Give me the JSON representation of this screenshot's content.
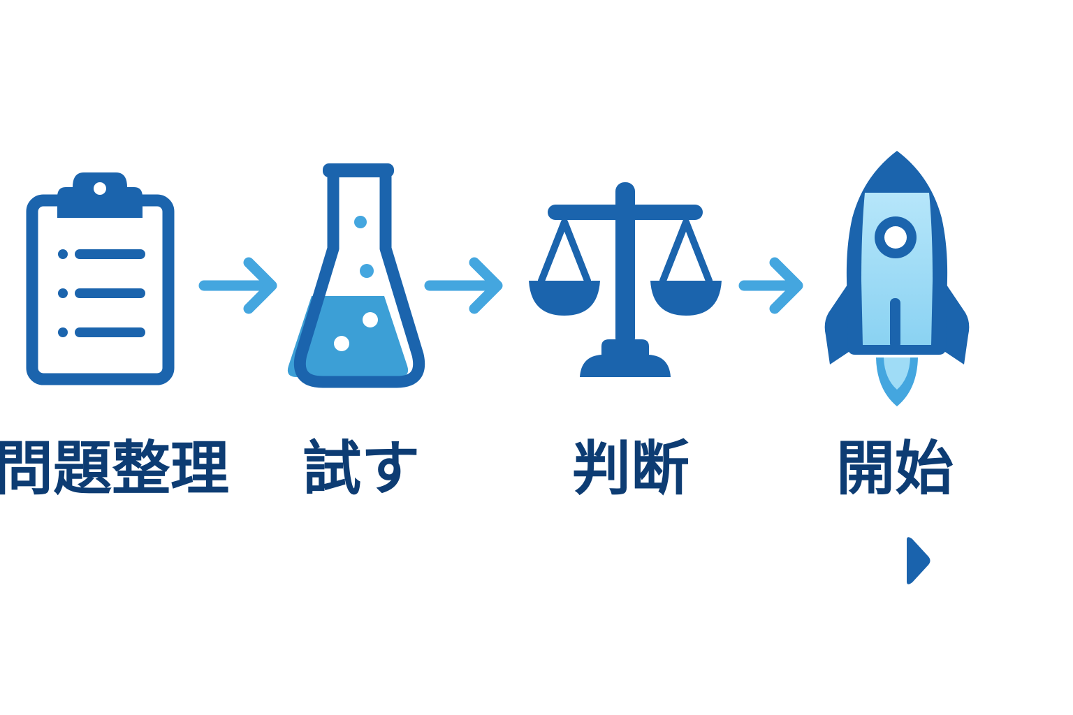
{
  "steps": [
    {
      "label": "問題整理",
      "icon": "clipboard-icon"
    },
    {
      "label": "試す",
      "icon": "flask-icon"
    },
    {
      "label": "判断",
      "icon": "scales-icon"
    },
    {
      "label": "開始",
      "icon": "rocket-icon"
    }
  ],
  "connectors": [
    "arrow-right-icon",
    "arrow-right-icon",
    "arrow-right-icon"
  ],
  "progress_arrow": "long-arrow-icon",
  "colors": {
    "primary": "#1b64ad",
    "dark_text": "#0d3c73",
    "light_blue": "#44a6df",
    "pale_blue": "#9fdcf6",
    "fluid": "#3c9fd6"
  }
}
